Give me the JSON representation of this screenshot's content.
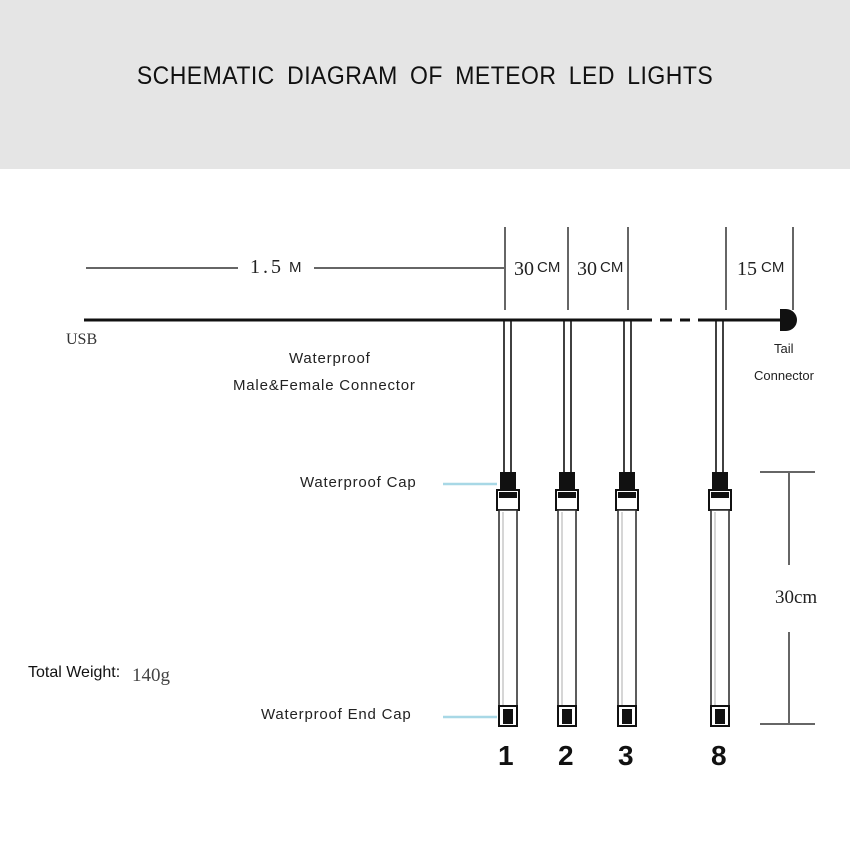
{
  "title": "SCHEMATIC DIAGRAM OF METEOR LED LIGHTS",
  "dimensions": {
    "main_cable_num": "1.5",
    "main_cable_unit": "M",
    "spacing_1_num": "30",
    "spacing_1_unit": "CM",
    "spacing_2_num": "30",
    "spacing_2_unit": "CM",
    "tail_num": "15",
    "tail_unit": "CM",
    "tube_length": "30cm"
  },
  "labels": {
    "usb": "USB",
    "connector_line1": "Waterproof",
    "connector_line2": "Male&Female Connector",
    "tail_line1": "Tail",
    "tail_line2": "Connector",
    "waterproof_cap": "Waterproof Cap",
    "waterproof_end_cap": "Waterproof End Cap",
    "weight_label": "Total Weight:",
    "weight_value": "140g"
  },
  "tubes": [
    "1",
    "2",
    "3",
    "8"
  ],
  "colors": {
    "header_bg": "#e5e5e5",
    "cable": "#111111",
    "dimension_line": "#666666",
    "pointer_line": "#a8d8e6"
  }
}
